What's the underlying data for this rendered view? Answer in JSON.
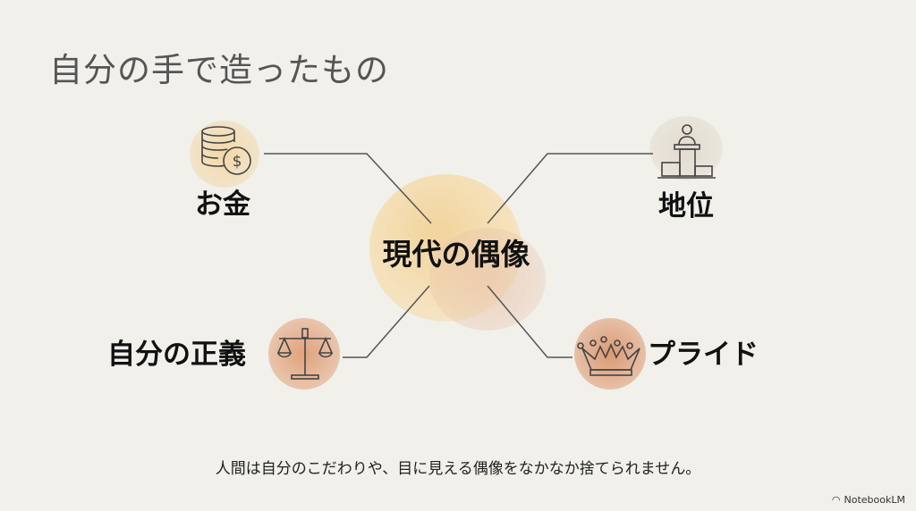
{
  "title": "自分の手で造ったもの",
  "center": {
    "label": "現代の偶像"
  },
  "nodes": {
    "money": {
      "label": "お金",
      "icon": "coins-dollar-icon"
    },
    "status": {
      "label": "地位",
      "icon": "podium-speaker-icon"
    },
    "justice": {
      "label": "自分の正義",
      "icon": "scales-icon"
    },
    "pride": {
      "label": "プライド",
      "icon": "crown-icon"
    }
  },
  "footer": "人間は自分のこだわりや、目に見える偶像をなかなか捨てられません。",
  "brand": "NotebookLM",
  "colors": {
    "background": "#f1f0eb",
    "peach": "#f3d9a8",
    "terracotta": "#dba27e",
    "beige": "#e3dccf"
  }
}
